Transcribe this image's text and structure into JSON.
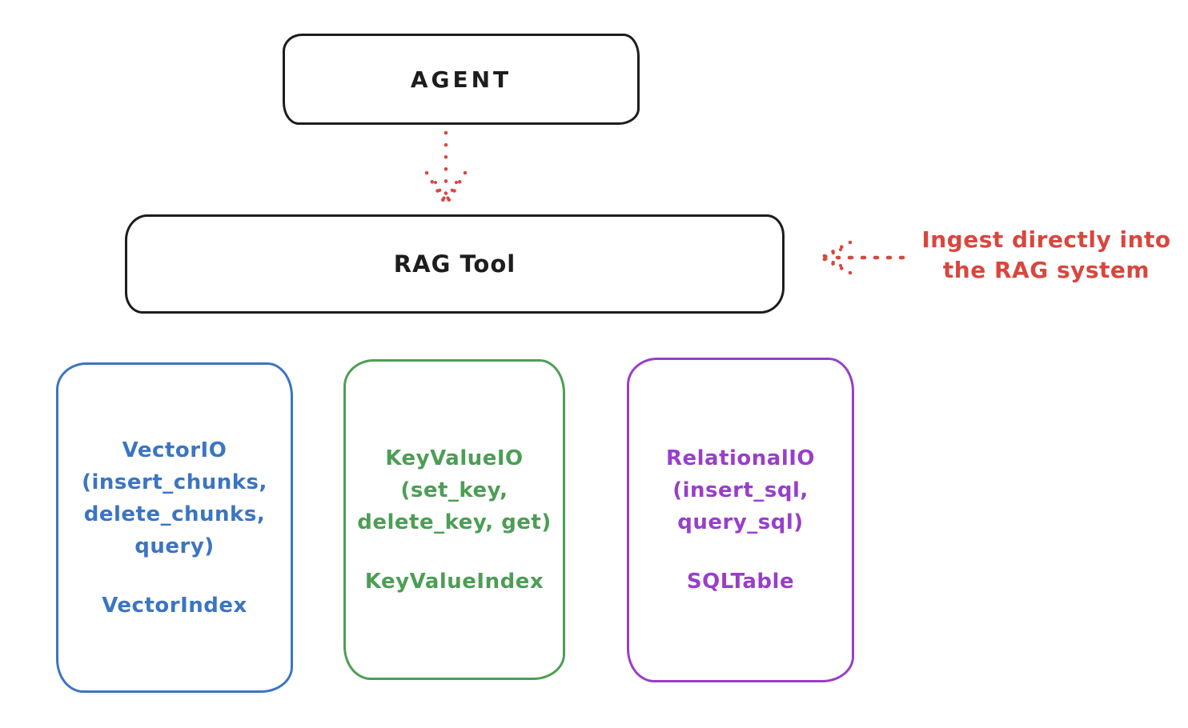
{
  "colors": {
    "ink": "#1d1d1d",
    "red": "#d9463e",
    "blue": "#3b75c2",
    "green": "#4c9e55",
    "purple": "#983fca",
    "background": "#ffffff"
  },
  "agent_box": {
    "label": "AGENT"
  },
  "rag_tool_box": {
    "label": "RAG Tool"
  },
  "ingest_annotation": {
    "line1": "Ingest directly into",
    "line2": "the RAG system"
  },
  "io_boxes": {
    "vector": {
      "title": "VectorIO",
      "methods": [
        "(insert_chunks,",
        "delete_chunks,",
        "query)"
      ],
      "index_label": "VectorIndex",
      "color": "#3b75c2"
    },
    "keyvalue": {
      "title": "KeyValueIO",
      "methods": [
        "(set_key,",
        "delete_key, get)"
      ],
      "index_label": "KeyValueIndex",
      "color": "#4c9e55"
    },
    "relational": {
      "title": "RelationalIO",
      "methods": [
        "(insert_sql,",
        "query_sql)"
      ],
      "index_label": "SQLTable",
      "color": "#983fca"
    }
  },
  "arrows": {
    "agent_to_rag": "dotted-arrow-down",
    "ingest_to_rag": "dotted-arrow-left"
  }
}
